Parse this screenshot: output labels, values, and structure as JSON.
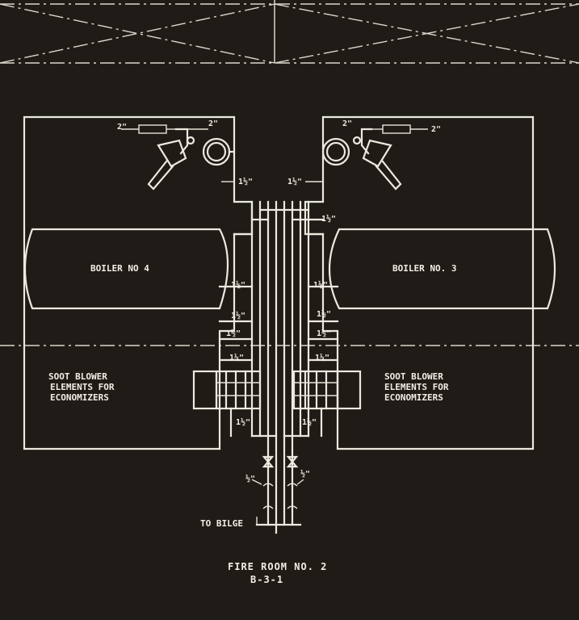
{
  "boiler_left": "BOILER NO 4",
  "boiler_right": "BOILER NO. 3",
  "soot_left": [
    "SOOT BLOWER",
    "ELEMENTS FOR",
    "ECONOMIZERS"
  ],
  "soot_right": [
    "SOOT BLOWER",
    "ELEMENTS FOR",
    "ECONOMIZERS"
  ],
  "sizes": {
    "two_inch": "2\"",
    "one_half": "1½\"",
    "one_quarter": "1¼\"",
    "half_inch": "½\""
  },
  "to_bilge": "TO BILGE",
  "caption": {
    "title": "FIRE ROOM NO. 2",
    "code": "B-3-1"
  },
  "colors": {
    "background": "#1f1c17",
    "ink": "#ece9df"
  }
}
